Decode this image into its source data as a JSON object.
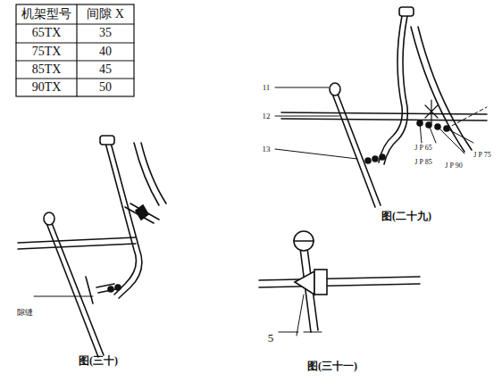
{
  "diagram": {
    "labels": [
      "机架型号",
      "间隙 X",
      "65TX",
      "35",
      "75TX",
      "40",
      "85TX",
      "45",
      "90TX",
      "50",
      "11",
      "12",
      "13",
      "J P 65",
      "J P 85",
      "J P 90",
      "J P 75",
      "图(二十九)",
      "隙缝",
      "图(三十)",
      "5",
      "图(三十一)"
    ]
  }
}
